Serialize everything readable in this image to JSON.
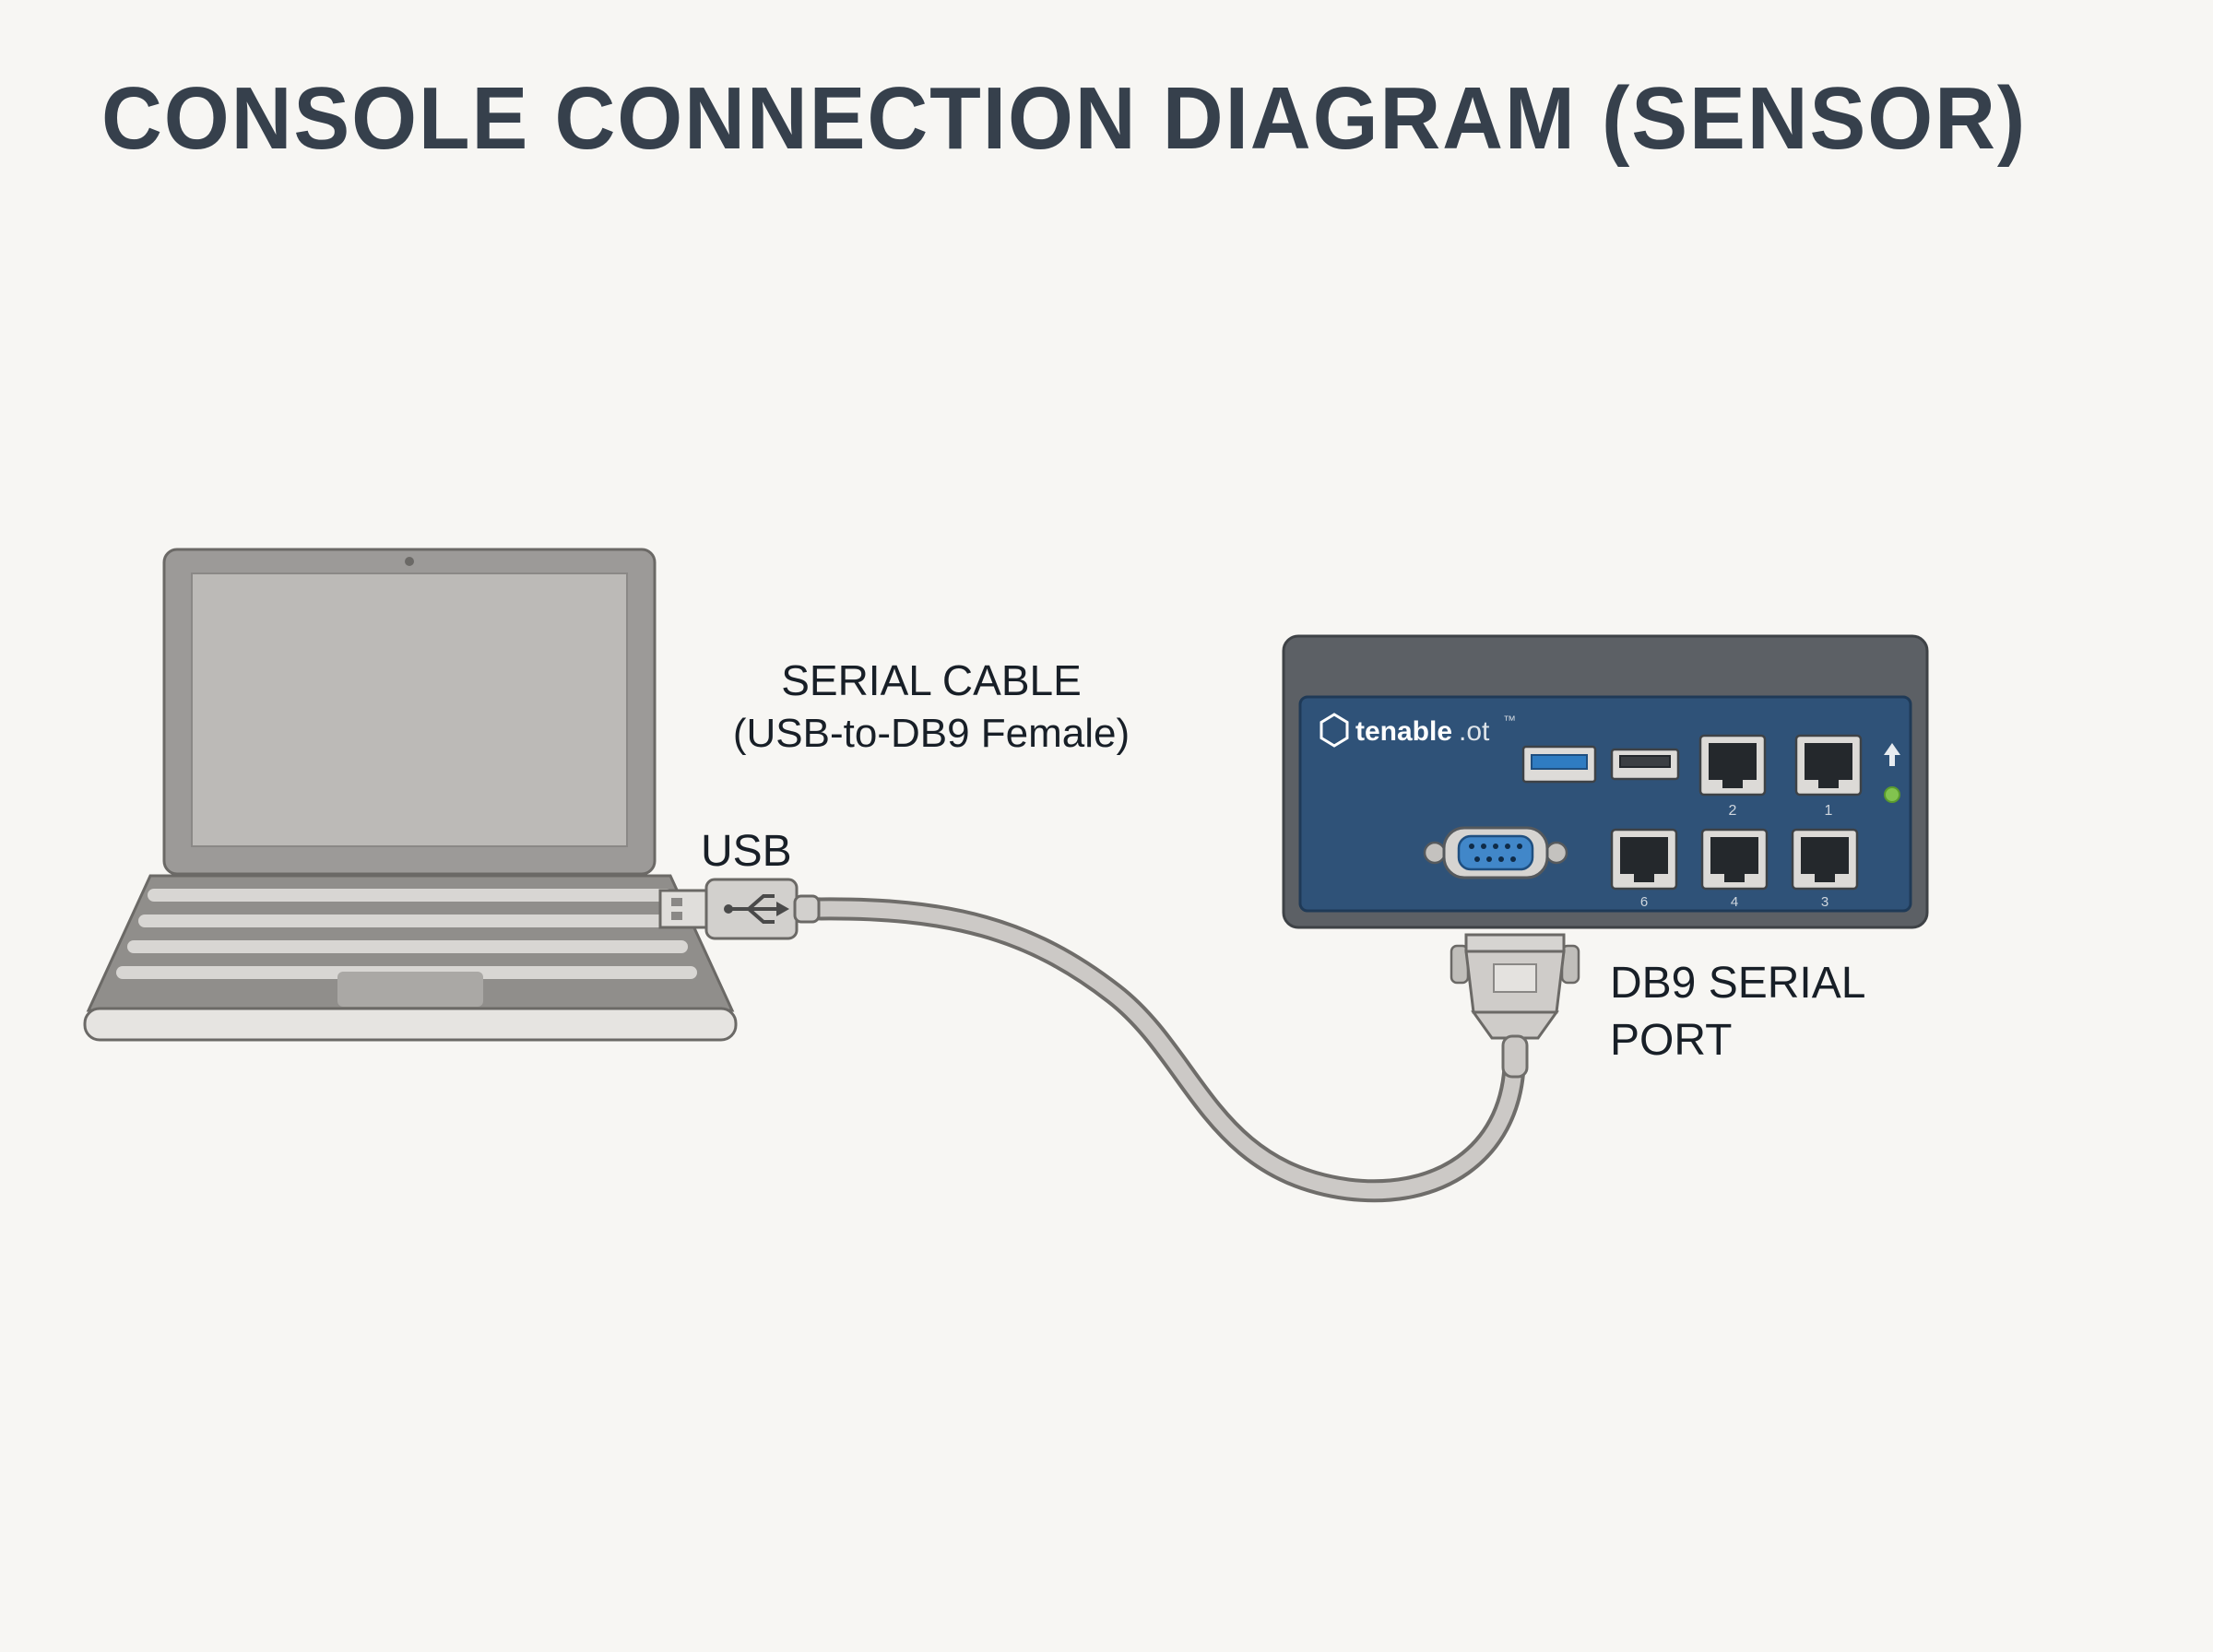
{
  "title": "CONSOLE CONNECTION DIAGRAM (SENSOR)",
  "labels": {
    "serial_cable_line1": "SERIAL CABLE",
    "serial_cable_line2": "(USB-to-DB9 Female)",
    "usb": "USB",
    "db9_line1": "DB9 SERIAL",
    "db9_line2": "PORT"
  },
  "device": {
    "brand_bold": "tenable",
    "brand_light": ".ot",
    "brand_tm": "™",
    "port_labels": [
      "2",
      "1",
      "6",
      "4",
      "3"
    ]
  },
  "colors": {
    "background": "#f7f6f3",
    "title_text": "#36404c",
    "label_text": "#181f27",
    "device_body_gray": "#5c6065",
    "device_panel_blue": "#2f5278",
    "usb3_blue": "#2f7cc2",
    "db9_face_blue": "#4187c9",
    "led_green": "#82c34f",
    "cable_gray": "#ccc9c6",
    "laptop_gray": "#908e8b"
  }
}
